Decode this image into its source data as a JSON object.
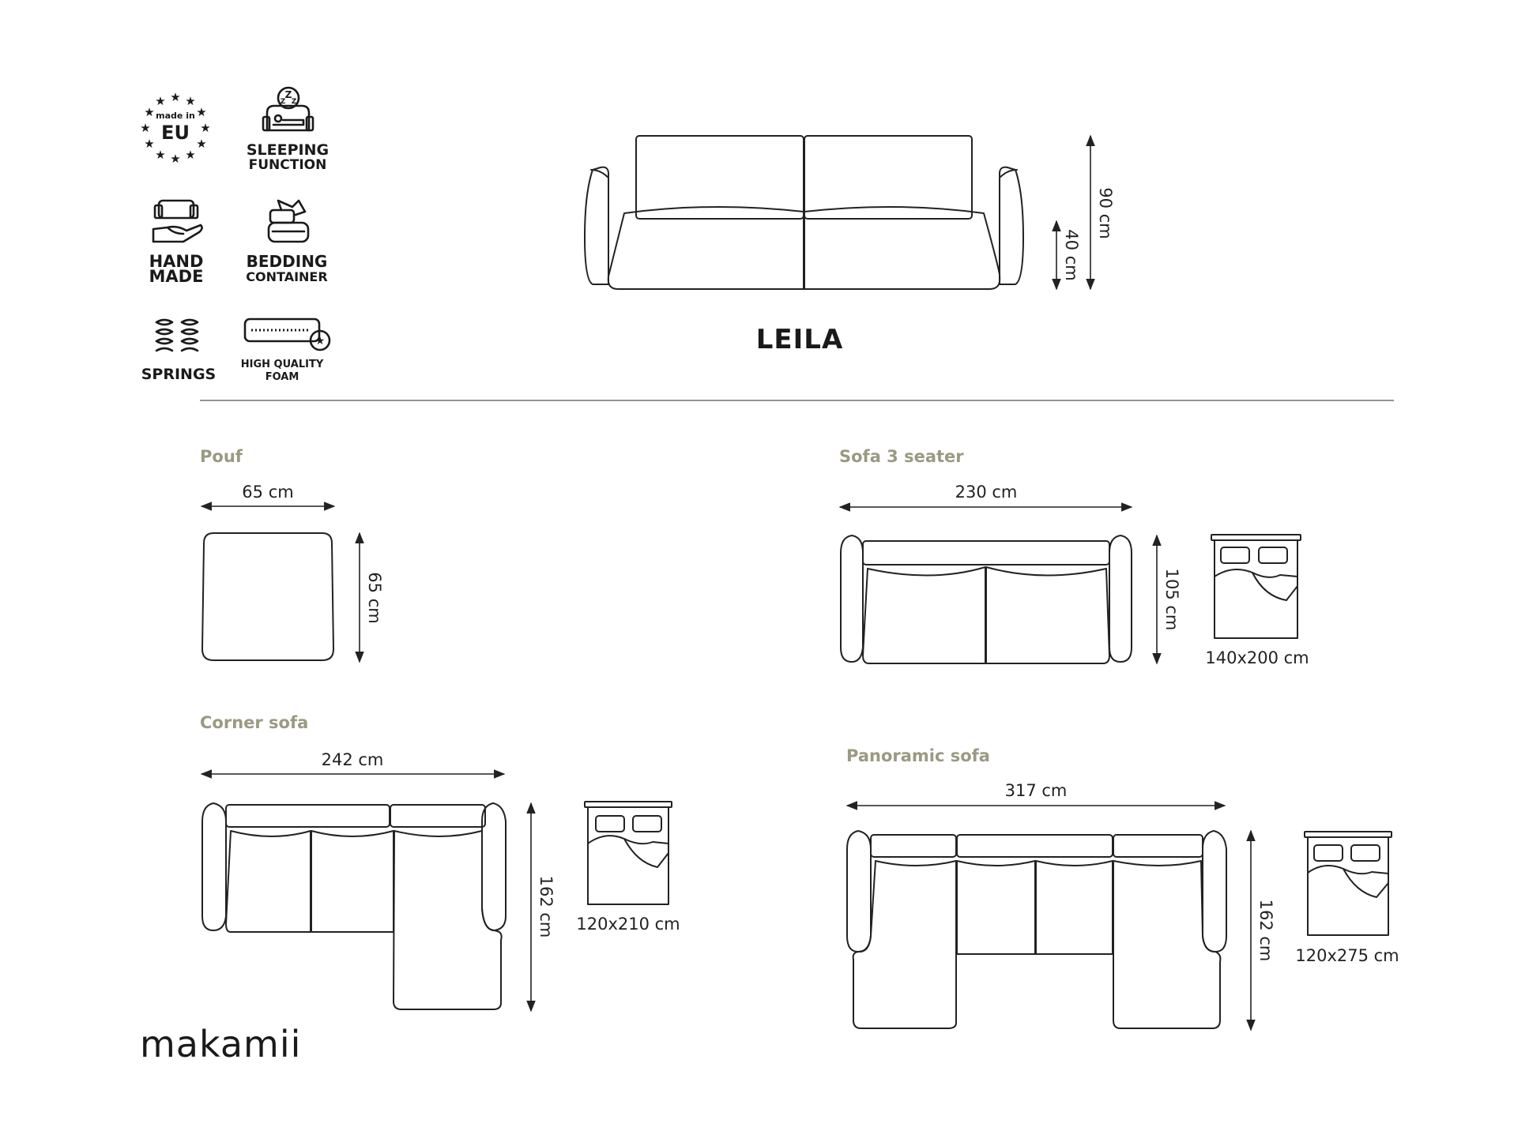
{
  "features": {
    "made_in": "made in",
    "eu": "EU",
    "sleeping_1": "SLEEPING",
    "sleeping_2": "FUNCTION",
    "hand_1": "HAND",
    "hand_2": "MADE",
    "bedding_1": "BEDDING",
    "bedding_2": "CONTAINER",
    "springs": "SPRINGS",
    "foam_1": "HIGH QUALITY",
    "foam_2": "FOAM"
  },
  "product_name": "LEILA",
  "main_view": {
    "height_total": "90 cm",
    "seat_height": "40 cm"
  },
  "variants": {
    "pouf": {
      "title": "Pouf",
      "width": "65 cm",
      "depth": "65 cm"
    },
    "sofa3": {
      "title": "Sofa 3 seater",
      "width": "230 cm",
      "depth": "105 cm",
      "bed": "140x200 cm"
    },
    "corner": {
      "title": "Corner sofa",
      "width": "242 cm",
      "depth": "162 cm",
      "bed": "120x210 cm"
    },
    "panoramic": {
      "title": "Panoramic sofa",
      "width": "317 cm",
      "depth": "162 cm",
      "bed": "120x275 cm"
    }
  },
  "brand": "makamii"
}
